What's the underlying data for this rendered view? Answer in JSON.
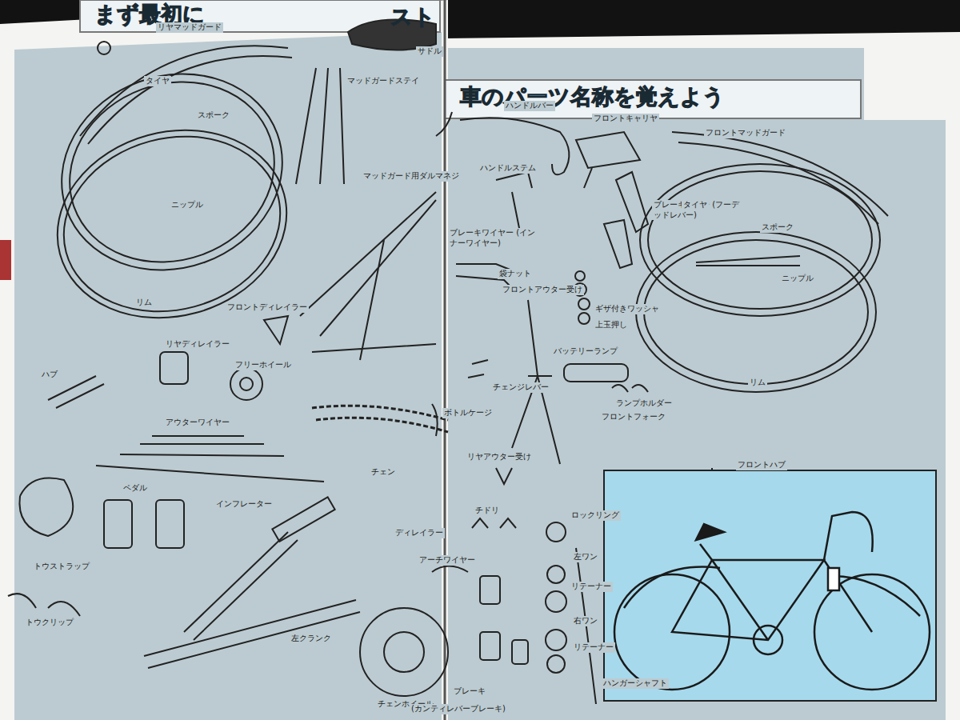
{
  "diagram": {
    "title": "車のパーツ名称を覚えよう",
    "labels": [
      "まず最初に",
      "スト",
      "リヤマッドガード",
      "サドル",
      "タイヤ",
      "スポーク",
      "マッドガードステイ",
      "マッドガード用ダルマネジ",
      "ニップル",
      "リム",
      "フロントディレイラー",
      "リヤディレイラー",
      "フリーホイール",
      "ハブ",
      "アウターワイヤー",
      "ペダル",
      "インフレーター",
      "トウストラップ",
      "トウクリップ",
      "左クランク",
      "チェン",
      "チェンホイール",
      "ハンドルバー",
      "ハンドルステム",
      "ブレーキワイヤー (インナーワイヤー)",
      "フロントキャリヤ",
      "ブレーキレバー (フーデッドレバー)",
      "フロントマッドガード",
      "タイヤ",
      "スポーク",
      "ニップル",
      "リム",
      "袋ナット",
      "フロントアウター受け",
      "ギザ付きワッシャ",
      "上玉押し",
      "バッテリーランプ",
      "チェンジレバー",
      "ランプホルダー",
      "フロントフォーク",
      "ボトルケージ",
      "リヤアウター受け",
      "フロントハブ",
      "チドリ",
      "ロックリング",
      "ディレイラー",
      "左ワン",
      "アーチワイヤー",
      "リテーナー",
      "右ワン",
      "リテーナー",
      "ハンガーシャフト",
      "ブレーキ",
      "(カンティレバーブレーキ)"
    ]
  }
}
